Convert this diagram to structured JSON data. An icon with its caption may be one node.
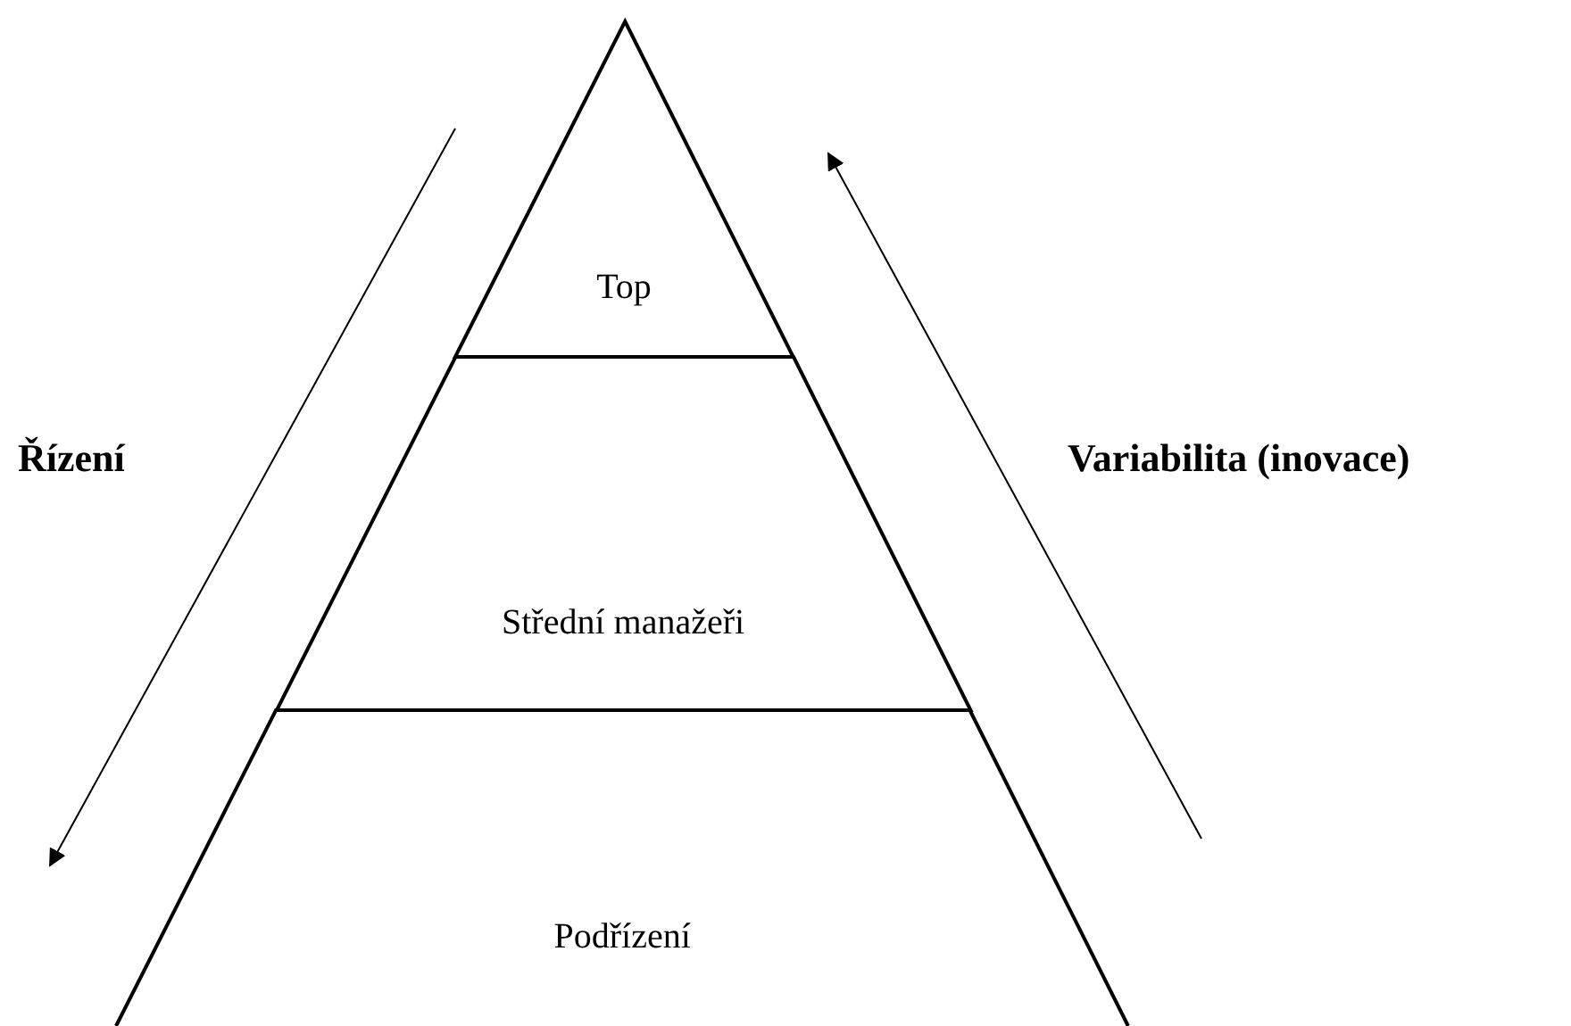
{
  "diagram": {
    "nodes": [
      {
        "text": [
          "Top"
        ]
      },
      {
        "text": [
          "Střední manažeři"
        ]
      },
      {
        "text": [
          "Podřízení"
        ]
      }
    ],
    "labels": [
      "Řízení",
      "Variabilita (inovace)"
    ]
  }
}
